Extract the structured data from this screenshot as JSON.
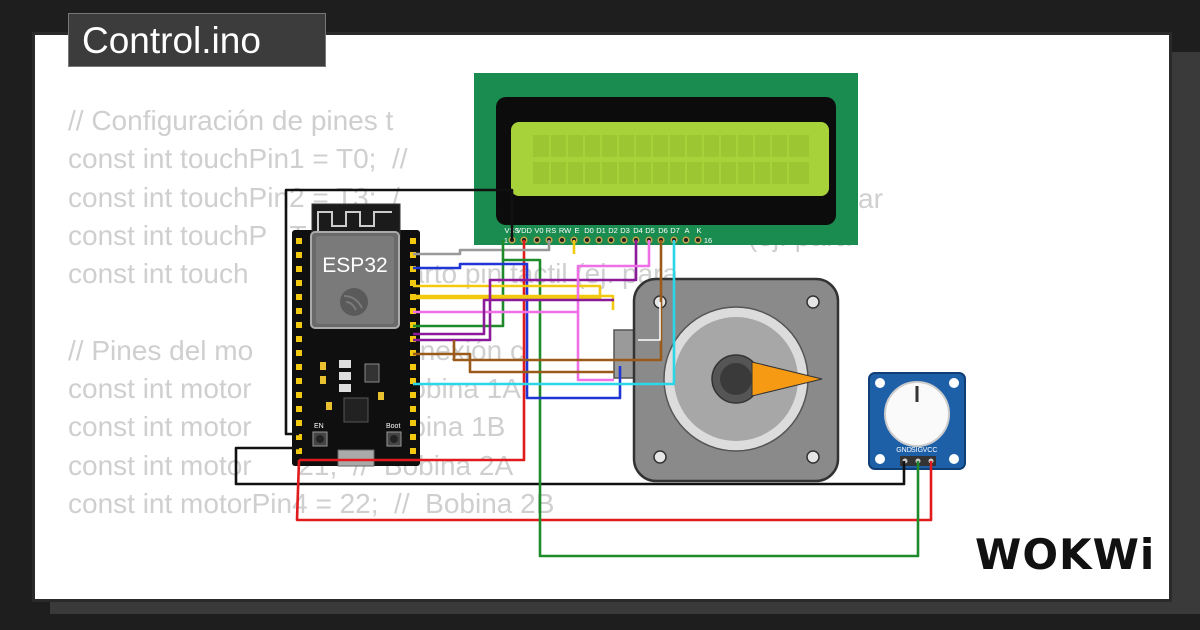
{
  "title": "Control.ino",
  "code_lines": [
    "// Configuración de pines t",
    "const int touchPin1 = T0;  //",
    "const int touchPin2 = T3;  /",
    "const int touchP   T4;  /",
    "const int touch       5;  //  Cuarto pin táctil (ej. para",
    "",
    "// Pines del mo          los   conexión c",
    "const int motor              //  Bobina 1A",
    "const int motor       9;  //  Bobina 1B",
    "const int motor      21;  //  Bobina 2A",
    "const int motorPin4 = 22;  //  Bobina 2B"
  ],
  "code_fragments": {
    "line3_tail": "ar",
    "line4_tail": "(ej. para"
  },
  "components": {
    "mcu_label": "ESP32",
    "mcu_en_label": "EN",
    "mcu_boot_label": "Boot",
    "lcd_pins": [
      "VSS",
      "VDD",
      "V0",
      "RS",
      "RW",
      "E",
      "D0",
      "D1",
      "D2",
      "D3",
      "D4",
      "D5",
      "D6",
      "D7",
      "A",
      "K"
    ],
    "lcd_pin_first": "1",
    "lcd_pin_last": "16",
    "pot_pins": [
      "GND",
      "SIG",
      "VCC"
    ]
  },
  "colors": {
    "lcd_green": "#1a8c50",
    "lcd_screen": "#a8d23a",
    "wire_red": "#e11b1b",
    "wire_green": "#1f8a2a",
    "wire_black": "#111111",
    "wire_blue": "#1f35d6",
    "wire_yellow": "#f2c90f",
    "wire_purple": "#8a1a9a",
    "wire_pink": "#ee6fe6",
    "wire_cyan": "#2bd6e6",
    "wire_brown": "#9a5a1a",
    "wire_gray": "#999999"
  },
  "brand": "WOKWi"
}
